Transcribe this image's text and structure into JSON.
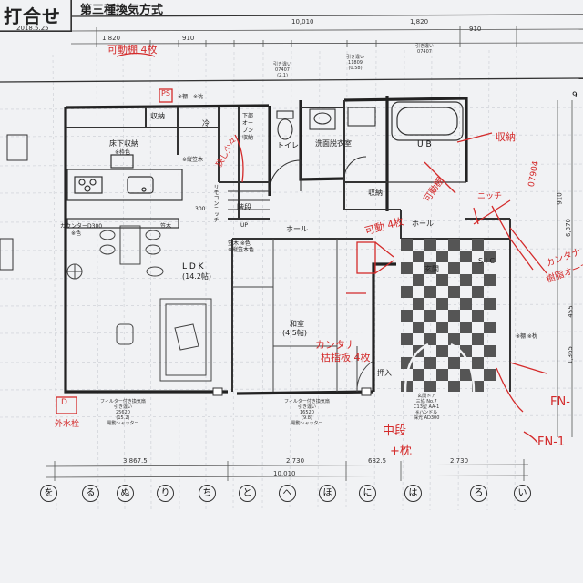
{
  "header": {
    "title": "打合せ",
    "date": "2018.5.25",
    "subtitle": "第三種換気方式"
  },
  "dimensions": {
    "top_total": "10,010",
    "top_right": "1,820",
    "top_910_right": "910",
    "top_left_1820": "1,820",
    "top_910": "910",
    "bottom_1": "3,867.5",
    "bottom_2": "2,730",
    "bottom_3": "682.5",
    "bottom_4": "2,730",
    "bottom_total": "10,010",
    "right_6370": "6,370",
    "right_910": "910",
    "right_1365": "1,365",
    "right_455": "455"
  },
  "rooms": {
    "ldk": "L D K",
    "ldk_area": "(14.2帖)",
    "washitsu": "和室",
    "washitsu_area": "(4.5帖)",
    "hall_left": "ホール",
    "hall_right": "ホール",
    "genkan": "玄関",
    "toilet": "トイレ",
    "senmen": "洗面脱衣室",
    "ub": "U B",
    "sic": "S I C",
    "shuno_1": "収納",
    "shuno_2": "収納",
    "rei": "冷",
    "yuka_shuno": "床下収納",
    "kaidan": "階段",
    "oshiire": "押入",
    "up": "UP",
    "ribbon": "リモコンニッチ",
    "shita_o": "下部オープン収納"
  },
  "small_labels": {
    "ura": "※棚　※枕",
    "wakushoku": "※枠色",
    "tatesasa": "※縦笠木",
    "counter": "カウンターD300",
    "kasagi": "笠木",
    "kasagi2": "笠木 ※色",
    "tategasa2": "※縦笠木色",
    "tana_makura": "※棚 ※枕",
    "n300": "300",
    "iro": "※色"
  },
  "notes": {
    "vent1": "フィルター付き換気扇\n引き違い\n25620\n(15.2)\n電動シャッター",
    "vent2": "フィルター付き換気扇\n引き違い\n16520\n(9.8)\n電動シャッター",
    "win1": "引き違い\n07407\n(2.1)",
    "win2": "引き違い\n11809\n(0.58)",
    "win3": "引き違い\n07407",
    "door": "玄関ドア\n三協 No.7\nC13型 AA-1\n※ハンドル\n採光 AD300"
  },
  "annotations": {
    "kadoudana": "可動棚 4枚",
    "ps": "PS",
    "tana_left": "狭し少々",
    "kadou_right": "可動 4枚",
    "kadou_right2": "可動棚",
    "shuno_red": "収納",
    "niche": "ニッチ",
    "kantuna": "カンタナ",
    "kazarina": "枯指板 4枚",
    "nakadan": "中段",
    "makura": "+枕",
    "fn1": "FN-",
    "fn2": "FN-1",
    "kantuna_r": "カンタナ",
    "jukou": "樹脂オーナ",
    "gaisui": "外水栓",
    "d": "D",
    "num": "07904"
  },
  "grid_letters": [
    "を",
    "る",
    "ぬ",
    "り",
    "ち",
    "と",
    "へ",
    "ほ",
    "に",
    "は",
    "ろ",
    "い"
  ],
  "right_number": "9"
}
